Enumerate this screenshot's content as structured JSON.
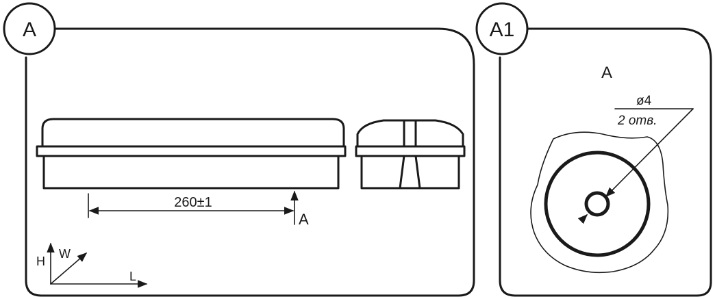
{
  "panels": {
    "left": {
      "label": "A"
    },
    "right": {
      "label": "A1"
    }
  },
  "dimension": {
    "length": "260±1",
    "marker": "A"
  },
  "axes": {
    "h": "H",
    "w": "W",
    "l": "L"
  },
  "detail": {
    "view_label": "A",
    "hole_diameter": "ø4",
    "hole_count": "2 отв."
  }
}
